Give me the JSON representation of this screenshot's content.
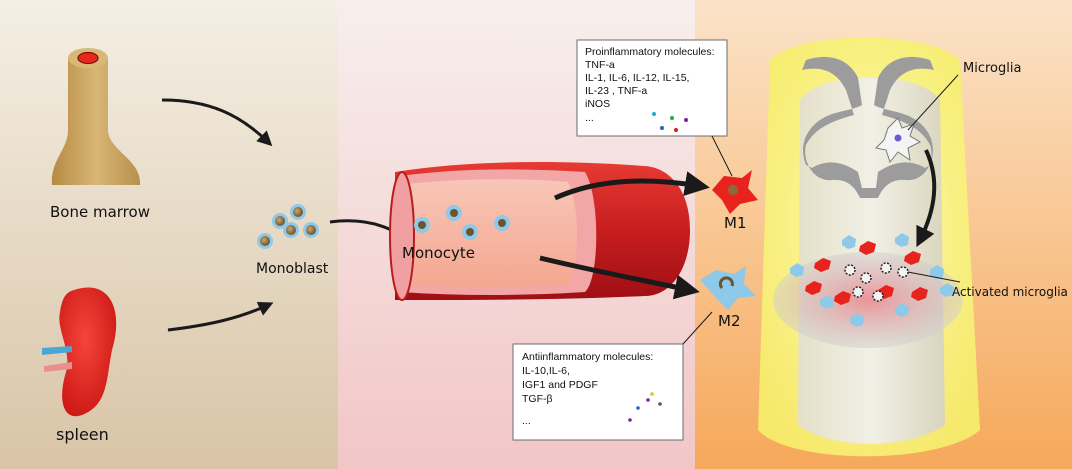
{
  "labels": {
    "bone_marrow": "Bone marrow",
    "spleen": "spleen",
    "monoblast": "Monoblast",
    "monocyte": "Monocyte",
    "m1": "M1",
    "m2": "M2",
    "microglia": "Microglia",
    "activated_microglia": "Activated microglia"
  },
  "proinflammatory": {
    "title": "Proinflammatory molecules:",
    "lines": [
      "TNF-a",
      "IL-1, IL-6, IL-12, IL-15,",
      "IL-23 , TNF-a",
      "iNOS",
      "..."
    ]
  },
  "antiinflammatory": {
    "title": "Antiinflammatory molecules:",
    "lines": [
      "IL-10,IL-6,",
      "IGF1 and PDGF",
      "TGF-β",
      "..."
    ]
  },
  "colors": {
    "m1_cell": "#e8231d",
    "m2_cell": "#8ec9ea",
    "vessel": "#e0282a",
    "bone": "#c9a35f",
    "spleen": "#e8201c"
  }
}
